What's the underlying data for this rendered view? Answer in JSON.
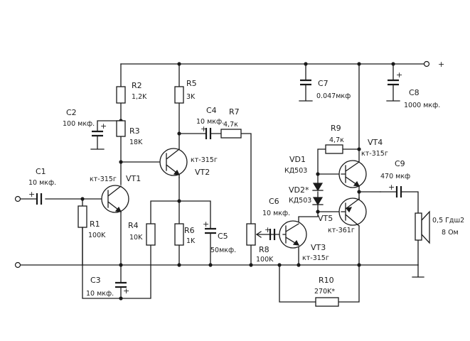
{
  "components": {
    "r1": {
      "ref": "R1",
      "value": "100K"
    },
    "r2": {
      "ref": "R2",
      "value": "1,2K"
    },
    "r3": {
      "ref": "R3",
      "value": "18K"
    },
    "r4": {
      "ref": "R4",
      "value": "10K"
    },
    "r5": {
      "ref": "R5",
      "value": "3K"
    },
    "r6": {
      "ref": "R6",
      "value": "1K"
    },
    "r7": {
      "ref": "R7",
      "value": "4,7к"
    },
    "r8": {
      "ref": "R8",
      "value": "100K"
    },
    "r9": {
      "ref": "R9",
      "value": "4,7к"
    },
    "r10": {
      "ref": "R10",
      "value": "270K*"
    },
    "c1": {
      "ref": "C1",
      "value": "10 мкф."
    },
    "c2": {
      "ref": "C2",
      "value": "100 мкф."
    },
    "c3": {
      "ref": "C3",
      "value": "10 мкф."
    },
    "c4": {
      "ref": "C4",
      "value": "10 мкф."
    },
    "c5": {
      "ref": "C5",
      "value": "50мкф."
    },
    "c6": {
      "ref": "C6",
      "value": "10 мкф."
    },
    "c7": {
      "ref": "C7",
      "value": "0.047мкф"
    },
    "c8": {
      "ref": "C8",
      "value": "1000 мкф."
    },
    "c9": {
      "ref": "C9",
      "value": "470 мкф"
    },
    "vt1": {
      "ref": "VT1",
      "type": "кт-315г"
    },
    "vt2": {
      "ref": "VT2",
      "type": "кт-315г"
    },
    "vt3": {
      "ref": "VT3",
      "type": "кт-315г"
    },
    "vt4": {
      "ref": "VT4",
      "type": "кт-315г"
    },
    "vt5": {
      "ref": "VT5",
      "type": "кт-361г"
    },
    "vd1": {
      "ref": "VD1",
      "type": "КД503"
    },
    "vd2": {
      "ref": "VD2*",
      "type": "КД503"
    },
    "speaker": {
      "model": "0,5 Гдш2",
      "impedance": "8 Ом"
    }
  },
  "symbols": {
    "plus": "+"
  }
}
